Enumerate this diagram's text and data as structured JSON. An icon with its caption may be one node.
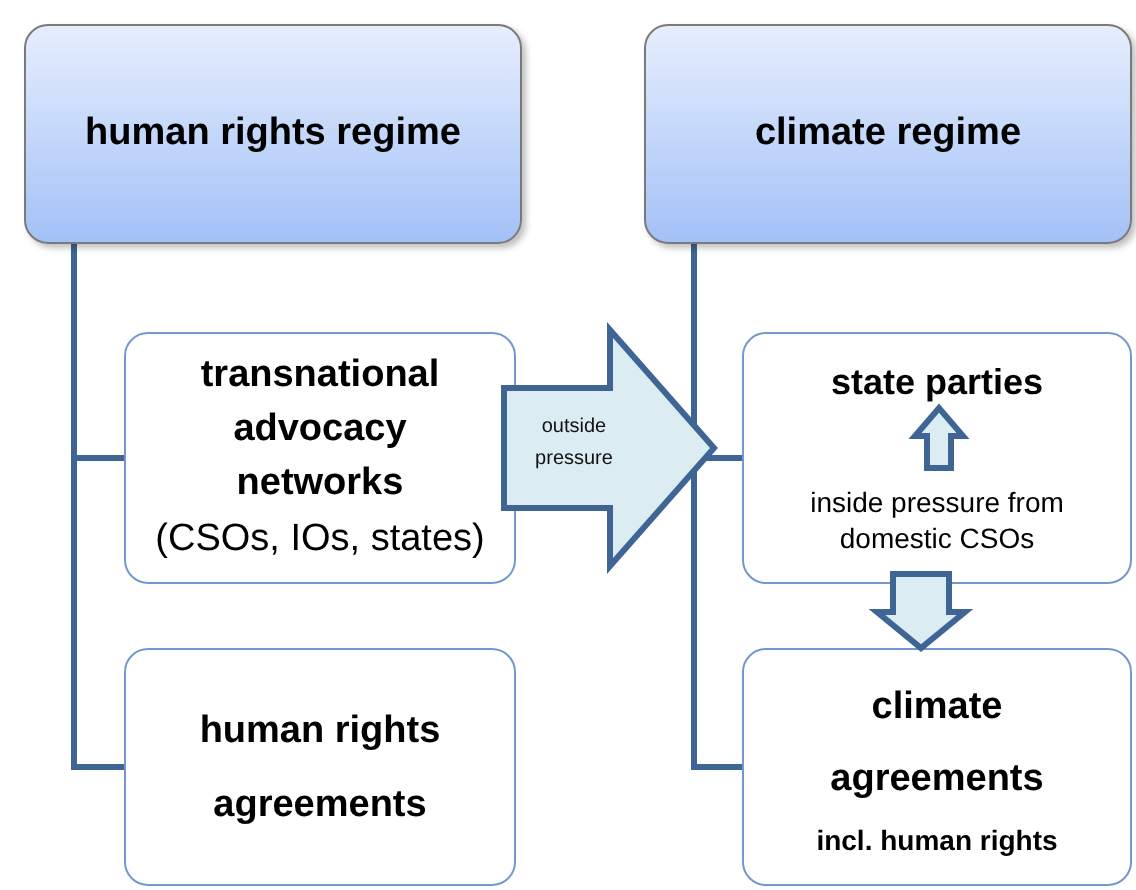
{
  "diagram": {
    "nodes": [
      {
        "text": [
          "human rights regime"
        ]
      },
      {
        "text": [
          "climate regime"
        ]
      },
      {
        "text": [
          "transnational advocacy networks",
          "(CSOs, IOs, states)"
        ]
      },
      {
        "text": [
          "human rights agreements"
        ]
      },
      {
        "text": [
          "state parties",
          "inside pressure from domestic CSOs"
        ]
      },
      {
        "text": [
          "climate agreements",
          "incl. human rights"
        ]
      }
    ],
    "edges": [
      {
        "from": 0,
        "to": 2,
        "arrow": "none"
      },
      {
        "from": 0,
        "to": 3,
        "arrow": "none"
      },
      {
        "from": 1,
        "to": 4,
        "arrow": "none"
      },
      {
        "from": 1,
        "to": 5,
        "arrow": "none"
      },
      {
        "from": 2,
        "to": 4,
        "arrow": "to",
        "label": "outside pressure",
        "style": "thick"
      },
      {
        "from": 4,
        "to": 5,
        "arrow": "to",
        "style": "thick"
      }
    ]
  }
}
